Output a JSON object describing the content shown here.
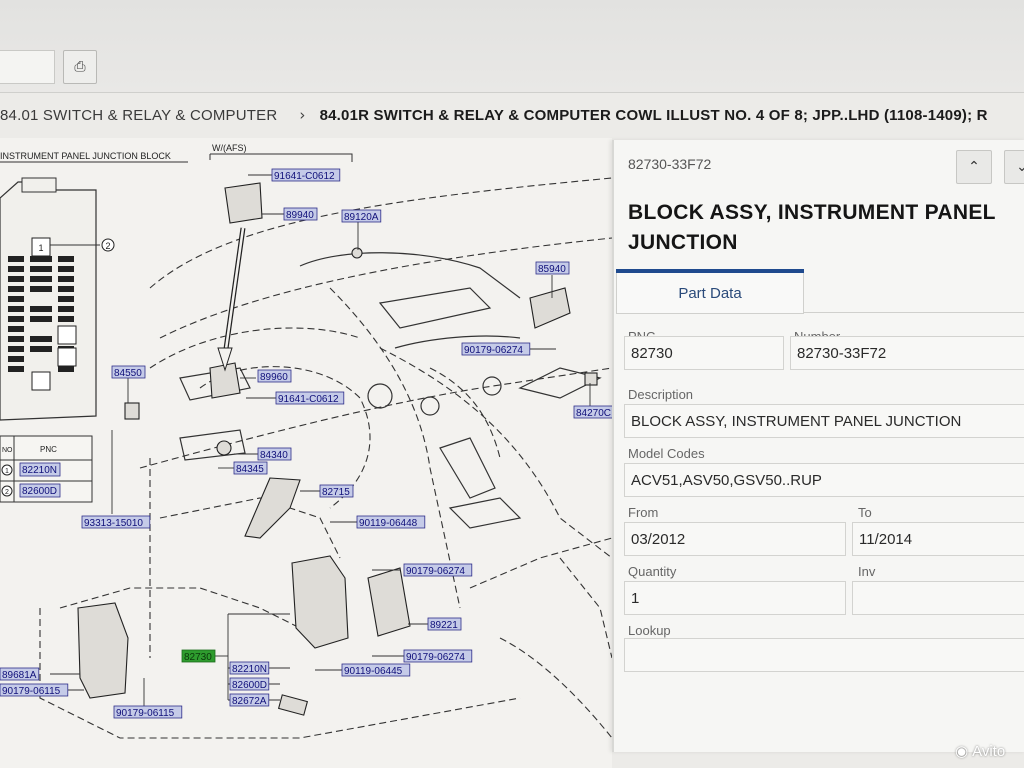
{
  "toolbar": {
    "print_icon_glyph": "⎙"
  },
  "breadcrumb": {
    "parent": "84.01 SWITCH & RELAY & COMPUTER",
    "separator": "›",
    "current": "84.01R SWITCH & RELAY & COMPUTER COWL ILLUST NO. 4 OF 8; JPP..LHD (1108-1409); R"
  },
  "diagram": {
    "header_label": "INSTRUMENT PANEL JUNCTION BLOCK",
    "afs_label": "W/(AFS)",
    "table_headers": [
      "NO",
      "PNC"
    ],
    "table_rows": [
      {
        "no": "1",
        "pnc": "82210N"
      },
      {
        "no": "2",
        "pnc": "82600D"
      }
    ],
    "callouts": [
      "91641-C0612",
      "89940",
      "89120A",
      "85940",
      "90179-06274",
      "89960",
      "91641-C0612",
      "84550",
      "84340",
      "84345",
      "82715",
      "90119-06448",
      "93313-15010",
      "84270C",
      "90179-06274",
      "89221",
      "90179-06274",
      "82210N",
      "90119-06445",
      "82600D",
      "82672A",
      "82730",
      "89681A",
      "90179-06115",
      "90179-06115"
    ],
    "circle_marks": [
      "1",
      "2"
    ]
  },
  "panel": {
    "number_top": "82730-33F72",
    "nav_up": "⌃",
    "nav_down": "⌄",
    "title": "BLOCK ASSY, INSTRUMENT PANEL JUNCTION",
    "tab": "Part Data",
    "fields": {
      "pnc": {
        "label": "PNC",
        "value": "82730"
      },
      "number": {
        "label": "Number",
        "value": "82730-33F72"
      },
      "description": {
        "label": "Description",
        "value": "BLOCK ASSY, INSTRUMENT PANEL JUNCTION"
      },
      "model_codes": {
        "label": "Model Codes",
        "value": "ACV51,ASV50,GSV50..RUP"
      },
      "from": {
        "label": "From",
        "value": "03/2012"
      },
      "to": {
        "label": "To",
        "value": "11/2014"
      },
      "quantity": {
        "label": "Quantity",
        "value": "1"
      },
      "inv": {
        "label": "Inv",
        "value": ""
      },
      "lookup": {
        "label": "Lookup",
        "value": ""
      }
    }
  },
  "watermark": "Avito",
  "colors": {
    "accent": "#1f4a8e",
    "callout_fill": "#c5cbe8",
    "callout_text": "#10107a"
  }
}
